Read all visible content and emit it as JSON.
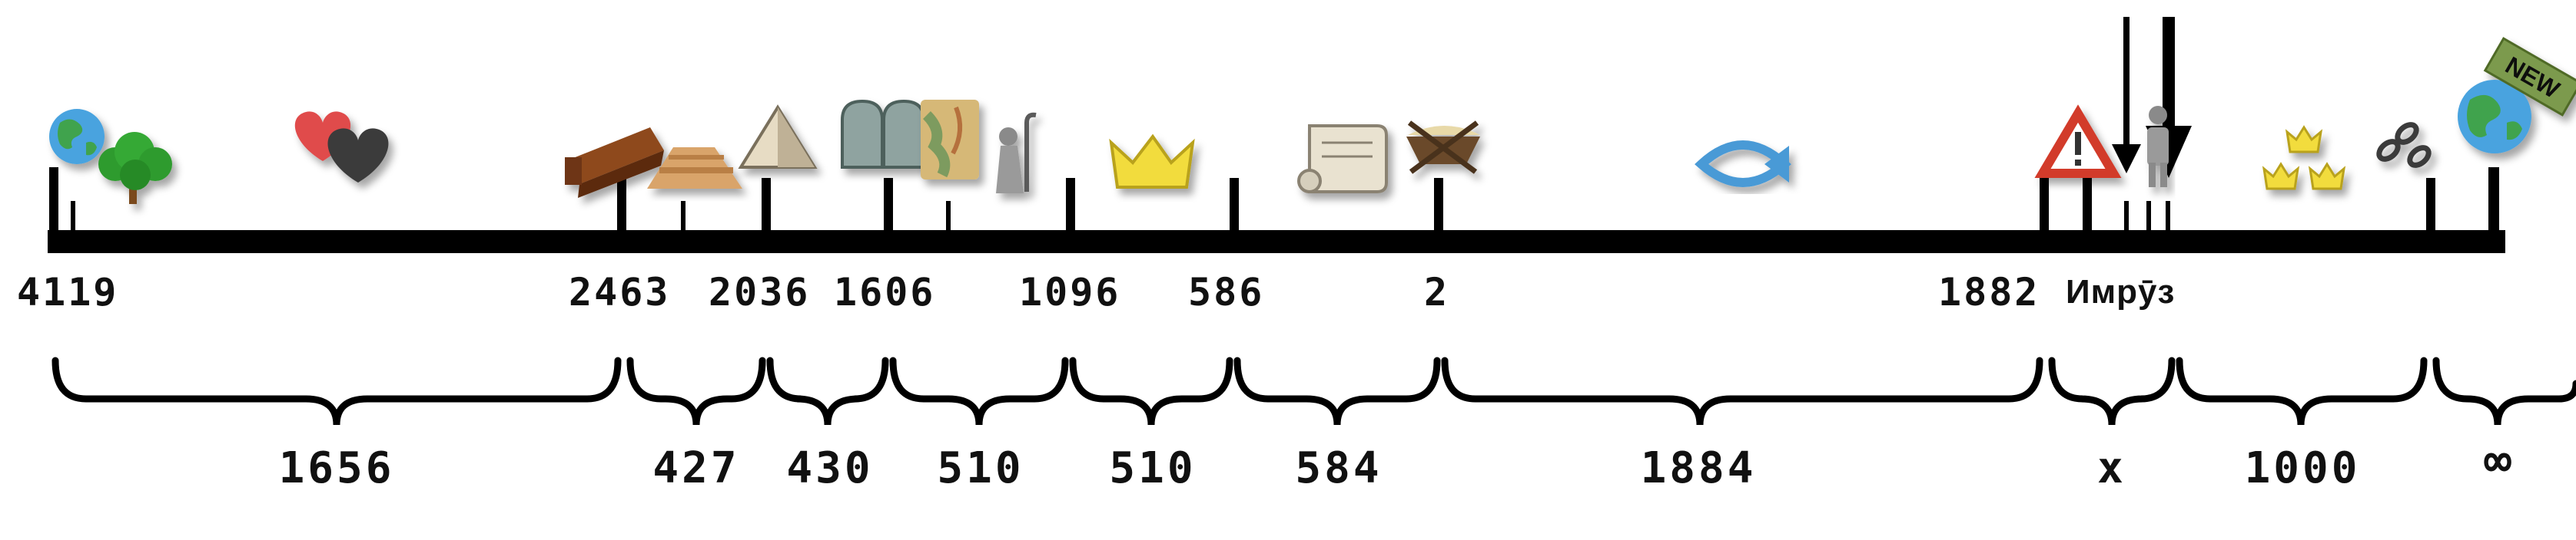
{
  "timeline": {
    "years": {
      "start": "4119",
      "flood": "2463",
      "egypt": "2036",
      "exodus": "1606",
      "kingdom": "1096",
      "exile": "586",
      "birth": "2",
      "end_gospel": "1882",
      "today": "Имрӯз"
    },
    "spans": {
      "s1": "1656",
      "s2": "427",
      "s3": "430",
      "s4": "510",
      "s5": "510",
      "s6": "584",
      "s7": "1884",
      "s8": "x",
      "s9": "1000",
      "s10": "∞"
    },
    "badge": "NEW"
  },
  "colors": {
    "axis": "#000000",
    "earth_blue": "#4aa3df",
    "earth_green": "#3fa34d",
    "tree": "#2e9b2e",
    "heart_red": "#e04b4b",
    "heart_dark": "#3b3b3b",
    "ark": "#7a3a17",
    "pyramid": "#d9a46b",
    "crown": "#f2dc3c",
    "fish": "#4a9ad6",
    "warning": "#d23a2a",
    "badge_bg": "#7c9a4d"
  },
  "icons": [
    "globe-icon",
    "tree-icon",
    "hearts-icon",
    "ark-icon",
    "pyramids-icon",
    "pyramid-icon",
    "tablets-icon",
    "map-icon",
    "moses-icon",
    "crown-icon",
    "scroll-icon",
    "manger-icon",
    "fish-icon",
    "warning-icon",
    "person-icon",
    "arrow-icon",
    "crowns-icon",
    "chain-icon",
    "new-globe-icon"
  ]
}
